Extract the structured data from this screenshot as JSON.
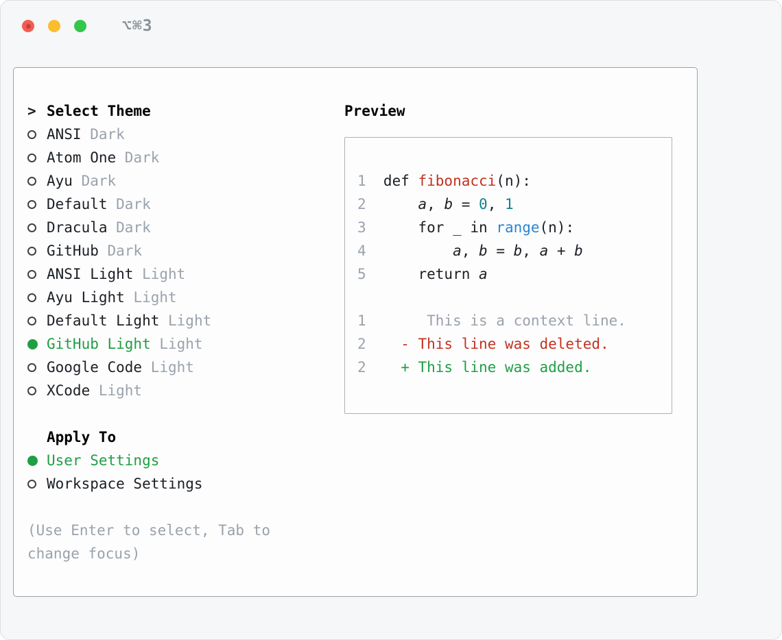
{
  "window": {
    "title": "⌥⌘3"
  },
  "colors": {
    "text": "#1b1f23",
    "muted": "#9aa2ab",
    "green": "#1f9e44",
    "red": "#c3321f",
    "blue": "#2a85d0",
    "teal": "#11808c",
    "title_gray": "#8a9198",
    "border": "#9aa2ab",
    "preview_border": "#abb1b8",
    "window_bg": "#f6f7f8",
    "panel_bg": "#fdfdfe",
    "traffic_red": "#f45c52",
    "traffic_yellow": "#f9bd2e",
    "traffic_green": "#32c74b"
  },
  "theme_list": {
    "header_prefix": ">",
    "header": "Select Theme",
    "items": [
      {
        "name": "ANSI",
        "variant": "Dark",
        "selected": false
      },
      {
        "name": "Atom One",
        "variant": "Dark",
        "selected": false
      },
      {
        "name": "Ayu",
        "variant": "Dark",
        "selected": false
      },
      {
        "name": "Default",
        "variant": "Dark",
        "selected": false
      },
      {
        "name": "Dracula",
        "variant": "Dark",
        "selected": false
      },
      {
        "name": "GitHub",
        "variant": "Dark",
        "selected": false
      },
      {
        "name": "ANSI Light",
        "variant": "Light",
        "selected": false
      },
      {
        "name": "Ayu Light",
        "variant": "Light",
        "selected": false
      },
      {
        "name": "Default Light",
        "variant": "Light",
        "selected": false
      },
      {
        "name": "GitHub Light",
        "variant": "Light",
        "selected": true
      },
      {
        "name": "Google Code",
        "variant": "Light",
        "selected": false
      },
      {
        "name": "XCode",
        "variant": "Light",
        "selected": false
      }
    ]
  },
  "apply_to": {
    "header": "Apply To",
    "options": [
      {
        "label": "User Settings",
        "selected": true
      },
      {
        "label": "Workspace Settings",
        "selected": false
      }
    ]
  },
  "hint": "(Use Enter to select, Tab to change focus)",
  "preview": {
    "header": "Preview",
    "code_lines": [
      {
        "num": "1",
        "tokens": [
          {
            "t": "def ",
            "c": "text"
          },
          {
            "t": "fibonacci",
            "c": "red"
          },
          {
            "t": "(n):",
            "c": "text"
          }
        ]
      },
      {
        "num": "2",
        "tokens": [
          {
            "t": "    ",
            "c": "text"
          },
          {
            "t": "a",
            "c": "italic"
          },
          {
            "t": ", ",
            "c": "text"
          },
          {
            "t": "b",
            "c": "italic"
          },
          {
            "t": " = ",
            "c": "text"
          },
          {
            "t": "0",
            "c": "teal"
          },
          {
            "t": ", ",
            "c": "text"
          },
          {
            "t": "1",
            "c": "teal"
          }
        ]
      },
      {
        "num": "3",
        "tokens": [
          {
            "t": "    for _ in ",
            "c": "text"
          },
          {
            "t": "range",
            "c": "blue"
          },
          {
            "t": "(n):",
            "c": "text"
          }
        ]
      },
      {
        "num": "4",
        "tokens": [
          {
            "t": "        ",
            "c": "text"
          },
          {
            "t": "a",
            "c": "italic"
          },
          {
            "t": ", ",
            "c": "text"
          },
          {
            "t": "b",
            "c": "italic"
          },
          {
            "t": " = ",
            "c": "text"
          },
          {
            "t": "b",
            "c": "italic"
          },
          {
            "t": ", ",
            "c": "text"
          },
          {
            "t": "a",
            "c": "italic"
          },
          {
            "t": " + ",
            "c": "text"
          },
          {
            "t": "b",
            "c": "italic"
          }
        ]
      },
      {
        "num": "5",
        "tokens": [
          {
            "t": "    return ",
            "c": "text"
          },
          {
            "t": "a",
            "c": "italic"
          }
        ]
      },
      {
        "num": "",
        "tokens": []
      },
      {
        "num": "1",
        "tokens": [
          {
            "t": "     This is a context line.",
            "c": "muted"
          }
        ]
      },
      {
        "num": "2",
        "tokens": [
          {
            "t": "  - This line was deleted.",
            "c": "red"
          }
        ]
      },
      {
        "num": "2",
        "tokens": [
          {
            "t": "  + This line was added.",
            "c": "green"
          }
        ]
      }
    ]
  }
}
